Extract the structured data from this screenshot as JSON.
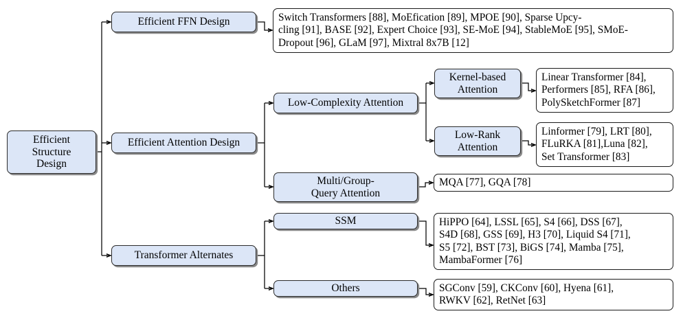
{
  "diagram": {
    "title": "Efficient Structure Design taxonomy",
    "node_fill": "#dce6f7",
    "node_border": "#2b2b2b",
    "leaf_border": "#1a1a1a",
    "background": "#ffffff"
  },
  "root": {
    "label": "Efficient\nStructure\nDesign",
    "line1": "Efficient",
    "line2": "Structure",
    "line3": "Design"
  },
  "branches": [
    {
      "id": "ffn",
      "label": "Efficient FFN Design"
    },
    {
      "id": "attention",
      "label": "Efficient Attention Design"
    },
    {
      "id": "alternates",
      "label": "Transformer Alternates"
    }
  ],
  "attention_children": [
    {
      "id": "low-complexity",
      "label": "Low-Complexity Attention"
    },
    {
      "id": "mqa-gqa",
      "line1": "Multi/Group-",
      "line2": "Query Attention"
    }
  ],
  "low_complexity_children": [
    {
      "id": "kernel-based",
      "line1": "Kernel-based",
      "line2": "Attention"
    },
    {
      "id": "low-rank",
      "line1": "Low-Rank",
      "line2": "Attention"
    }
  ],
  "alternates_children": [
    {
      "id": "ssm",
      "label": "SSM"
    },
    {
      "id": "others",
      "label": "Others"
    }
  ],
  "leaves": {
    "ffn": {
      "line1": "Switch Transformers [88], MoEfication [89], MPOE [90], Sparse Upcy-",
      "line2": "cling [91], BASE [92], Expert Choice [93], SE-MoE [94], StableMoE [95], SMoE-",
      "line3": "Dropout [96], GLaM [97], Mixtral 8x7B [12]"
    },
    "kernel_based": {
      "line1": "Linear Transformer [84],",
      "line2": "Performers [85], RFA [86],",
      "line3": "PolySketchFormer [87]"
    },
    "low_rank": {
      "line1": "Linformer [79], LRT [80],",
      "line2": "FLuRKA [81],Luna [82],",
      "line3": "Set Transformer [83]"
    },
    "mqa_gqa": {
      "line1": "MQA [77], GQA [78]"
    },
    "ssm": {
      "line1": "HiPPO [64], LSSL [65], S4 [66], DSS [67],",
      "line2": "S4D [68], GSS [69], H3 [70], Liquid S4 [71],",
      "line3": "S5 [72], BST [73], BiGS [74], Mamba [75],",
      "line4": "MambaFormer [76]"
    },
    "others": {
      "line1": "SGConv [59], CKConv [60], Hyena [61],",
      "line2": "RWKV [62], RetNet [63]"
    }
  }
}
